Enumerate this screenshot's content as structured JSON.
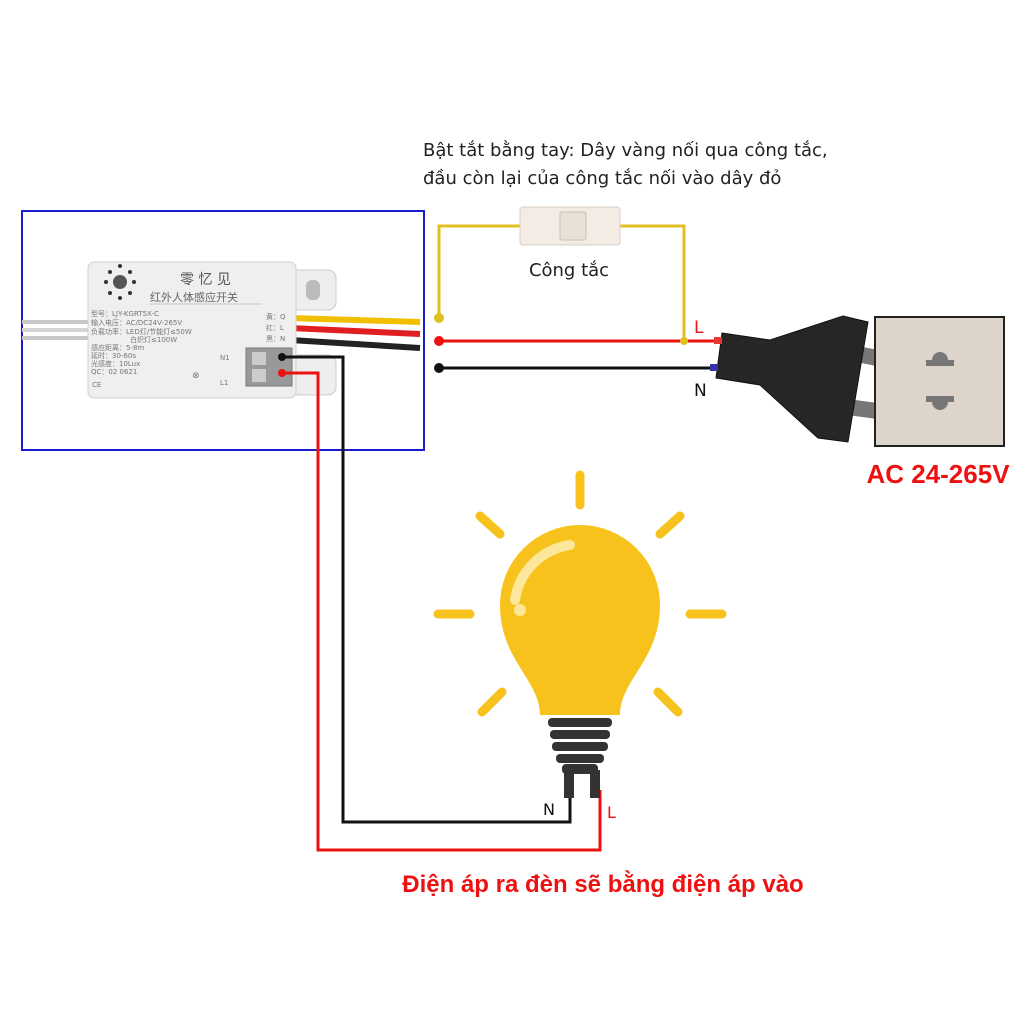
{
  "instruction": {
    "line1": "Bật tắt bằng tay: Dây vàng nối qua công tắc,",
    "line2": "đầu còn lại của công tắc nối vào dây đỏ"
  },
  "switch_label": "Công tắc",
  "plug_labels": {
    "live": "L",
    "neutral": "N"
  },
  "socket_voltage": "AC 24-265V",
  "bulb_labels": {
    "neutral": "N",
    "live": "L"
  },
  "footer_note": "Điện áp ra đèn sẽ bằng điện áp vào",
  "module": {
    "brand": "零 忆 见",
    "title": "红外人体感应开关",
    "specs": [
      "型号：LJY-KGRT5X-C",
      "输入电压：AC/DC24V-265V",
      "负载功率：LED灯/节能灯≤50W",
      "白炽灯≤100W",
      "感应距离：5-8m",
      "延时：30-60s",
      "光感度：10Lux",
      "QC：02  0621"
    ],
    "wire_legend": [
      "黄：Q",
      "红：L",
      "黑：N"
    ],
    "terminals": [
      "N1",
      "L1"
    ],
    "certs": "CE"
  },
  "colors": {
    "live": "#ee1111",
    "neutral": "#111111",
    "switched": "#e0c020",
    "frame": "#1a1ad0",
    "bulb": "#f7c21c"
  }
}
